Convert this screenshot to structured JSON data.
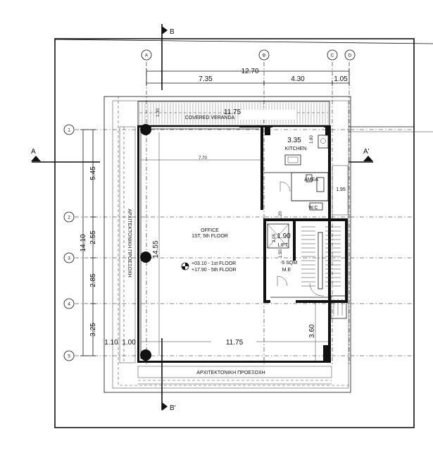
{
  "grid_columns": [
    "A",
    "B",
    "C",
    "D"
  ],
  "grid_rows": [
    "1",
    "2",
    "3",
    "4",
    "5"
  ],
  "section_markers": {
    "top": "B",
    "bottom": "B'",
    "left": "A",
    "right": "A'"
  },
  "dimensions": {
    "overall_width": "12.70",
    "span_ab": "7.35",
    "span_bc": "4.30",
    "span_cd": "1.05",
    "overall_height": "14.10",
    "row_12": "5.45",
    "row_23": "2.55",
    "row_34": "2.85",
    "row_45": "3.25",
    "veranda_length": "11.75",
    "veranda_depth": "1.30",
    "bottom_length": "11.75",
    "left_offset_a": "1.10",
    "left_offset_b": "1.00",
    "inner_span": "7.70",
    "office_depth": "14.55",
    "kitchen_width": "3.35",
    "kitchen_depth": "1.80",
    "wc_width": "1.95",
    "lift_width": "1.90",
    "lift_depth": "2.05",
    "lower_span": "3.60",
    "core_a": "1.20",
    "core_b": "1.50"
  },
  "rooms": {
    "veranda": "COVERED VERANDA",
    "kitchen": "KITCHEN",
    "amea": "AMEA",
    "wc": "W.C",
    "office_line1": "OFFICE",
    "office_line2": "1ST, 5th FLOOR",
    "lift": "LIFT",
    "me_area": "-5 SQM",
    "me_label": "M.E",
    "projection_left": "ΑΡΧΙΤΕΚΤΟΝΙΚΗ ΠΡΟΕΞΟΧΗ",
    "projection_bottom": "ΑΡΧΙΤΕΚΤΟΝΙΚΗ ΠΡΟΕΞΟΧΗ"
  },
  "levels": {
    "first": "+03.10 - 1st FLOOR",
    "fifth": "+17.90 - 5th FLOOR"
  },
  "colors": {
    "ink": "#111111",
    "hatch": "#555555"
  }
}
